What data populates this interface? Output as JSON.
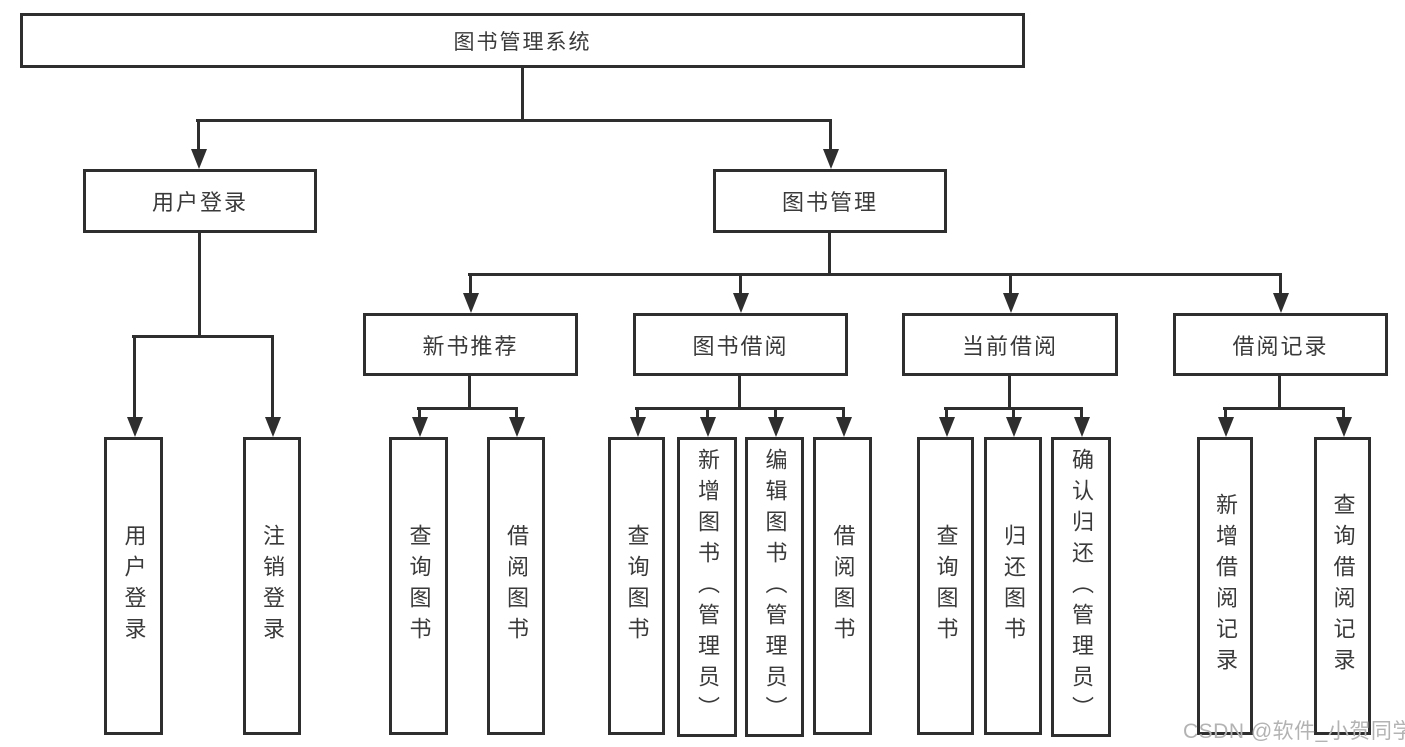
{
  "title": "图书管理系统",
  "watermark": "CSDN @软件_小贺同学",
  "colors": {
    "line": "#2e2e2e",
    "text": "#3a3a3a",
    "watermark": "#b3b3b3",
    "background": "#ffffff"
  },
  "tree": {
    "root": {
      "label": "图书管理系统"
    },
    "branches": [
      {
        "label": "用户登录",
        "leaves": [
          {
            "label": "用户登录"
          },
          {
            "label": "注销登录"
          }
        ]
      },
      {
        "label": "图书管理",
        "children": [
          {
            "label": "新书推荐",
            "leaves": [
              {
                "label": "查询图书"
              },
              {
                "label": "借阅图书"
              }
            ]
          },
          {
            "label": "图书借阅",
            "leaves": [
              {
                "label": "查询图书"
              },
              {
                "label": "新增图书（管理员）"
              },
              {
                "label": "编辑图书（管理员）"
              },
              {
                "label": "借阅图书"
              }
            ]
          },
          {
            "label": "当前借阅",
            "leaves": [
              {
                "label": "查询图书"
              },
              {
                "label": "归还图书"
              },
              {
                "label": "确认归还（管理员）"
              }
            ]
          },
          {
            "label": "借阅记录",
            "leaves": [
              {
                "label": "新增借阅记录"
              },
              {
                "label": "查询借阅记录"
              }
            ]
          }
        ]
      }
    ]
  }
}
